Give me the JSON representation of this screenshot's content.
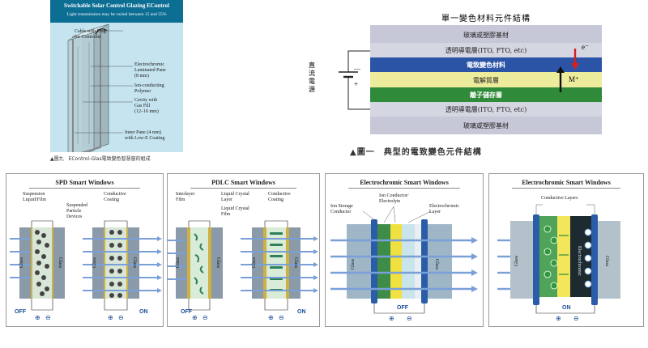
{
  "econtrol": {
    "title": "Switchable Solar Control Glazing EControl",
    "subtitle": "Light transmission may be varied between 15 and 55%",
    "labels": {
      "cable": "Cable with Plug\nfor Controller",
      "electrochromic": "Electrochromic\nLaminated Pane\n(8 mm)",
      "ionpolymer": "Ion-conducting\nPolymer",
      "cavity": "Cavity with\nGas Fill\n(12–16 mm)",
      "inner": "Inner Pane (4 mm)\nwith Low-E Coating"
    },
    "caption": "▲圖九　EControl-Glas電致變色智慧窗的組成"
  },
  "ec_device": {
    "title": "單一變色材料元件結構",
    "layers": [
      "玻璃或塑膠基材",
      "透明導電層(ITO, FTO, etc)",
      "電致變色材料",
      "電解質層",
      "離子儲存層",
      "透明導電層(ITO, FTO, etc)",
      "玻璃或塑膠基材"
    ],
    "source": "直流電源",
    "electron": "e⁻",
    "ion": "M⁺",
    "minus": "—",
    "plus": "+",
    "caption": "▲圖一　典型的電致變色元件結構",
    "colors": {
      "glass": "#c7c9d9",
      "tco": "#c7c9d9",
      "ec": "#2b54a6",
      "electrolyte": "#eeee9a",
      "storage": "#2f8a3a"
    }
  },
  "panels": {
    "spd": {
      "title": "SPD Smart  Windows",
      "susp": "Suspension\nLiquid/Film",
      "particles": "Suspended\nParticle\nDevices",
      "coating": "Conductive\nCoating",
      "glass": "Glass",
      "off": "OFF",
      "on": "ON",
      "plus": "⊕",
      "minus": "⊖"
    },
    "pdlc": {
      "title": "PDLC Smart  Windows",
      "interlayer": "Interlayer\nFilm",
      "lc_layer": "Liquid Crystal\nLayer",
      "lc_film": "Liquid Crystal\nFilm",
      "coating": "Conductive\nCoating",
      "glass": "Glass",
      "off": "OFF",
      "on": "ON",
      "plus": "⊕",
      "minus": "⊖"
    },
    "ec1": {
      "title": "Electrochromic Smart  Windows",
      "storage": "Ion Storage\nConductor",
      "conductor": "Ion Conductor/\nElectrolyte",
      "layer": "Electrochromic\nLayer",
      "glass": "Glass",
      "off": "OFF",
      "plus": "⊕",
      "minus": "⊖"
    },
    "ec2": {
      "title": "Electrochromic Smart  Windows",
      "layers": "Conductive Layers",
      "glass": "Glass",
      "ec": "Electrochromic",
      "on": "ON",
      "plus": "⊕",
      "minus": "⊖"
    }
  }
}
